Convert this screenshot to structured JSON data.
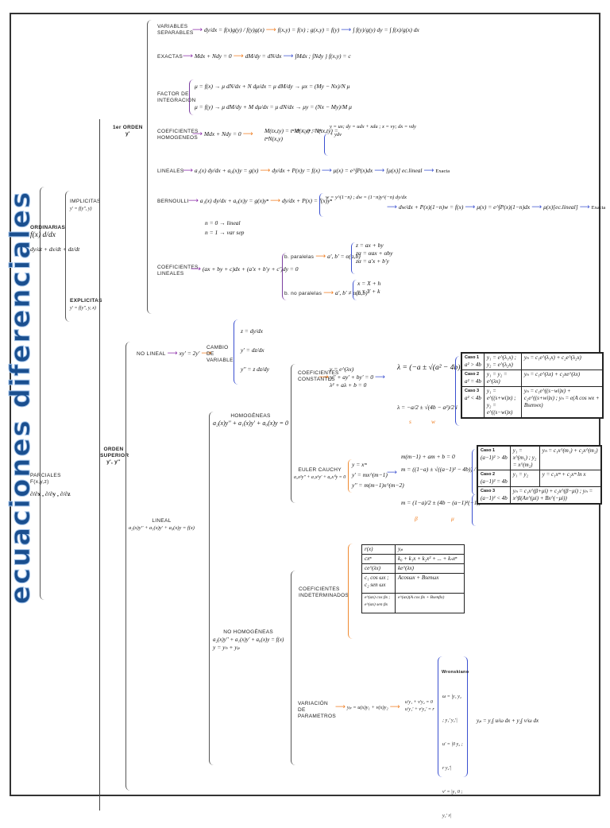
{
  "title": "ecuaciones diferenciales",
  "colors": {
    "title": "#1a4f8f",
    "arrow_purple": "#8a2aa8",
    "arrow_orange": "#f07d20",
    "arrow_blue": "#3a4fd0",
    "border": "#333333"
  },
  "left": {
    "ordinarias": {
      "label": "ORDINARIAS",
      "eq1": "f(x) d/dx",
      "eq2": "dy/dt + dx/dt + dz/dt"
    },
    "parciales": {
      "label": "PARCIALES",
      "sub": "F(x,y,z)",
      "eq": "∂/∂x , ∂/∂y , ∂/∂z"
    },
    "implicitas": {
      "label": "IMPLICITAS",
      "sub": "y' = f(y'', y)"
    },
    "explicitas": {
      "label": "EXPLICITAS",
      "sub": "y' = f(y'', y, x)"
    }
  },
  "primer_orden": {
    "label": "1er ORDEN",
    "sub": "y'",
    "rows": [
      {
        "label": "VARIABLES SEPARABLES",
        "steps": [
          "dy/dx = f(x)g(y) / f(y)g(x)",
          "f(x,y) = f(x) ; g(x,y) = f(y)",
          "∫ f(y)/g(y) dy = ∫ f(x)/g(x) dx"
        ]
      },
      {
        "label": "EXACTAS",
        "steps": [
          "Mdx + Ndy = 0",
          "dM/dy = dN/dx",
          "∫Mdx ; ∫Ndy",
          "f(x,y) = c"
        ]
      },
      {
        "label": "FACTOR DE INTEGRACIÓN",
        "steps": [
          "μ = f(x) → μ dN/dx + N dμ/dx = μ dM/dy → μx = (My − Nx)/N μ",
          "μ = f(y) → μ dM/dy + M dμ/dx = μ dN/dx → μy = (Nx − My)/M μ"
        ]
      },
      {
        "label": "COEFICIENTES HOMOGENEOS",
        "steps": [
          "Mdx + Ndy = 0",
          "M(tx,ty) = tⁿM(x,y) ; N(tx,ty) = tⁿN(x,y)",
          "tⁿ = tⁿ = tⁿ",
          "y = ux; dy = udx + xdu ; x = vy; dx = vdy + ydv"
        ]
      },
      {
        "label": "LINEALES",
        "steps": [
          "a₁(x) dy/dx + a₀(x)y = g(x)",
          "dy/dx + P(x)y = f(x)",
          "μ(x) = e^∫P(x)dx",
          "[μ(x)] ec.lineal",
          "Exacta"
        ]
      },
      {
        "label": "BERNOULLI",
        "steps": [
          "a₁(x) dy/dx + a₀(x)y = g(x)yⁿ",
          "dy/dx + P(x) = f(x)yⁿ",
          "w = y^(1−n) ; dw = (1−n)y^(−n) dy/dx",
          "dw/dx + P(x)(1−n)w = f(x)",
          "μ(x) = e^∫P(x)(1−n)dx",
          "μ(x)[ec.lineal]",
          "Exacta"
        ],
        "notes": [
          "n = 0 → lineal",
          "n = 1 → var sep"
        ]
      },
      {
        "label": "COEFICIENTES LINEALES",
        "steps": [
          "(ax + by + c)dx + (a'x + b'y + c')dy = 0"
        ],
        "branches": [
          {
            "label": "b. paralelas",
            "cond": "a', b' = α(a,b)",
            "eqs": [
              "z = ax + by",
              "zα = αax + αby",
              "zα = a'x + b'y"
            ]
          },
          {
            "label": "b. no paralelas",
            "cond": "a', b' ≠ α(a,b)",
            "eqs": [
              "x = X + h",
              "y = Y + k"
            ]
          }
        ]
      }
    ]
  },
  "orden_superior": {
    "label": "ORDEN SUPERIOR",
    "sub": "y', y''",
    "no_lineal": {
      "label": "NO LINEAL",
      "eq": "xy' = 2y'",
      "method": "CAMBIO DE VARIABLE",
      "eqs": [
        "z = dy/dx",
        "y' = dz/dx",
        "y'' = z dz/dy"
      ]
    },
    "lineal": {
      "label": "LINEAL",
      "eq": "a₂(x)y'' + a₁(x)y' + a₀(x)y = f(x)",
      "homogeneas": {
        "label": "HOMOGÉNEAS",
        "eq": "a₂(x)y'' + a₁(x)y' + a₀(x)y = 0",
        "coef_const": {
          "label": "COEFICIENTES CONSTANTES",
          "eqs": [
            "y = e^(λx)",
            "y'' + ay' + by' = 0",
            "λ² + aλ + b = 0"
          ],
          "lambda1": "λ = (−a ± √(a² − 4b)) / 2",
          "lambda2": "λ = −a/2 ± √(4b − a²)/2 i",
          "under": [
            "s",
            "w"
          ],
          "table": [
            {
              "case": "Caso 1",
              "cond": "a² > 4b",
              "y": "y₁ = e^(λ₁x) ; y₂ = e^(λ₂x)",
              "yh": "yₕ = c₁e^(λ₁x) + c₂e^(λ₂x)"
            },
            {
              "case": "Caso 2",
              "cond": "a² = 4b",
              "y": "y₁ = y₂ = e^(λx)",
              "yh": "yₕ = c₁e^(λx) + c₂xe^(λx)"
            },
            {
              "case": "Caso 3",
              "cond": "a² < 4b",
              "y": "y₁ = e^((s+wi)x) ; y₂ = e^((s−wi)x)",
              "yh": "yₕ = c₁e^((s−wi)x) + c₂e^((s+wi)x) ; yₕ = e(A cos wx + Bsenwx)"
            }
          ]
        },
        "euler": {
          "label": "EULER CAUCHY",
          "eq": "a₂x²y'' + a₁x¹y' + a₀x⁰y = 0",
          "subs": [
            "y = xᵐ",
            "y' = mx^(m−1)",
            "y'' = m(m−1)x^(m−2)"
          ],
          "char": "m(m−1) + am + b = 0",
          "m1": "m = ((1−a) ± √((a−1)² − 4b)) / 2",
          "m2": "m = (1−a)/2 ± (4b − (a−1)²(−1))/2",
          "under": [
            "β",
            "μ"
          ],
          "table": [
            {
              "case": "Caso 1",
              "cond": "(a−1)² > 4b",
              "y": "y₁ = x^(m₁) ; y₂ = x^(m₂)",
              "yh": "yₕ = c₁x^(m₁) + c₂x^(m₂)"
            },
            {
              "case": "Caso 2",
              "cond": "(a−1)² = 4b",
              "y": "y₁ = y₂",
              "yh": "y = c₁xᵐ + c₂xᵐ ln x"
            },
            {
              "case": "Caso 3",
              "cond": "(a−1)² < 4b",
              "y": "yₕ = c₁x^(β+μi) + c₂x^(β−μi) ; yₕ = x^β(Ax^(μi) + Bx^(−μi))",
              "yh": ""
            }
          ]
        }
      },
      "no_homogeneas": {
        "label": "NO HOMOGÉNEAS",
        "eq": "a₂(x)y'' + a₁(x)y' + a₀(x)y = f(x)",
        "sum": "y = yₕ + yₚ",
        "coef_indet": {
          "label": "COEFICIENTES INDETERMINADOS",
          "header": [
            "r(x)",
            "yₚ"
          ],
          "rows": [
            [
              "cxⁿ",
              "k₀ + k₁x + k₂x² + ... + kₙxⁿ"
            ],
            [
              "ce^(λx)",
              "ke^(λx)"
            ],
            [
              "c₁ cos ωx ; c₂ sen ωx",
              "Acosωx + Bsenωx"
            ],
            [
              "e^(αx) cos βx ; e^(αx) sen βx",
              "e^(αx)(A cos βx + Bsenβx)"
            ]
          ]
        },
        "variacion": {
          "label": "VARIACIÓN DE PARAMETROS",
          "eq": "yₚ = u(x)y₁ + v(x)y₂",
          "system": [
            "u'y₁ + v'y₂ = 0",
            "u'y₁' + v'y₂' = r"
          ],
          "wronskiano_label": "Wronskiano",
          "w": [
            "ω = |y₁ y₂ ; y₁' y₂'|",
            "u' = |0 y₂ ; r y₂'|",
            "v' = |y₁ 0 ; y₁' r|"
          ],
          "result": "yₚ = y₁∫ u/ω dx + y₂∫ v/ω dx"
        }
      }
    }
  }
}
